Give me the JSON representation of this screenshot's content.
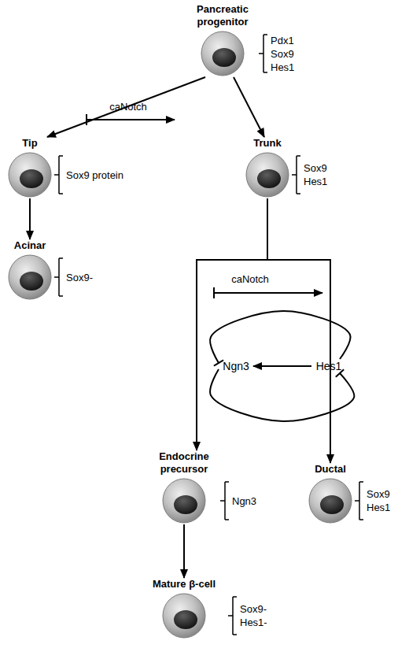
{
  "diagram": {
    "nodes": [
      {
        "text": [
          "Pancreatic progenitor",
          "Pdx1",
          "Sox9",
          "Hes1"
        ]
      },
      {
        "text": [
          "Tip",
          "Sox9 protein"
        ]
      },
      {
        "text": [
          "Trunk",
          "Sox9",
          "Hes1"
        ]
      },
      {
        "text": [
          "Acinar",
          "Sox9-"
        ]
      },
      {
        "text": [
          "Ngn3"
        ]
      },
      {
        "text": [
          "Hes1"
        ]
      },
      {
        "text": [
          "Endocrine precursor",
          "Ngn3"
        ]
      },
      {
        "text": [
          "Ductal",
          "Sox9",
          "Hes1"
        ]
      },
      {
        "text": [
          "Mature β-cell",
          "Sox9-",
          "Hes1-"
        ]
      }
    ],
    "edges": [
      {
        "from": 0,
        "to": 1,
        "arrow": "to"
      },
      {
        "from": 0,
        "to": 2,
        "arrow": "to"
      },
      {
        "from": 1,
        "to": 3,
        "arrow": "to"
      },
      {
        "from": 2,
        "to": 6,
        "arrow": "to"
      },
      {
        "from": 2,
        "to": 7,
        "arrow": "to"
      },
      {
        "from": 5,
        "to": 4,
        "arrow": "to"
      },
      {
        "from": 5,
        "to": 4,
        "arrow": "to"
      },
      {
        "from": 4,
        "to": 5,
        "arrow": "to"
      },
      {
        "from": 6,
        "to": 8,
        "arrow": "to"
      }
    ],
    "labels": [
      "caNotch",
      "caNotch"
    ]
  }
}
